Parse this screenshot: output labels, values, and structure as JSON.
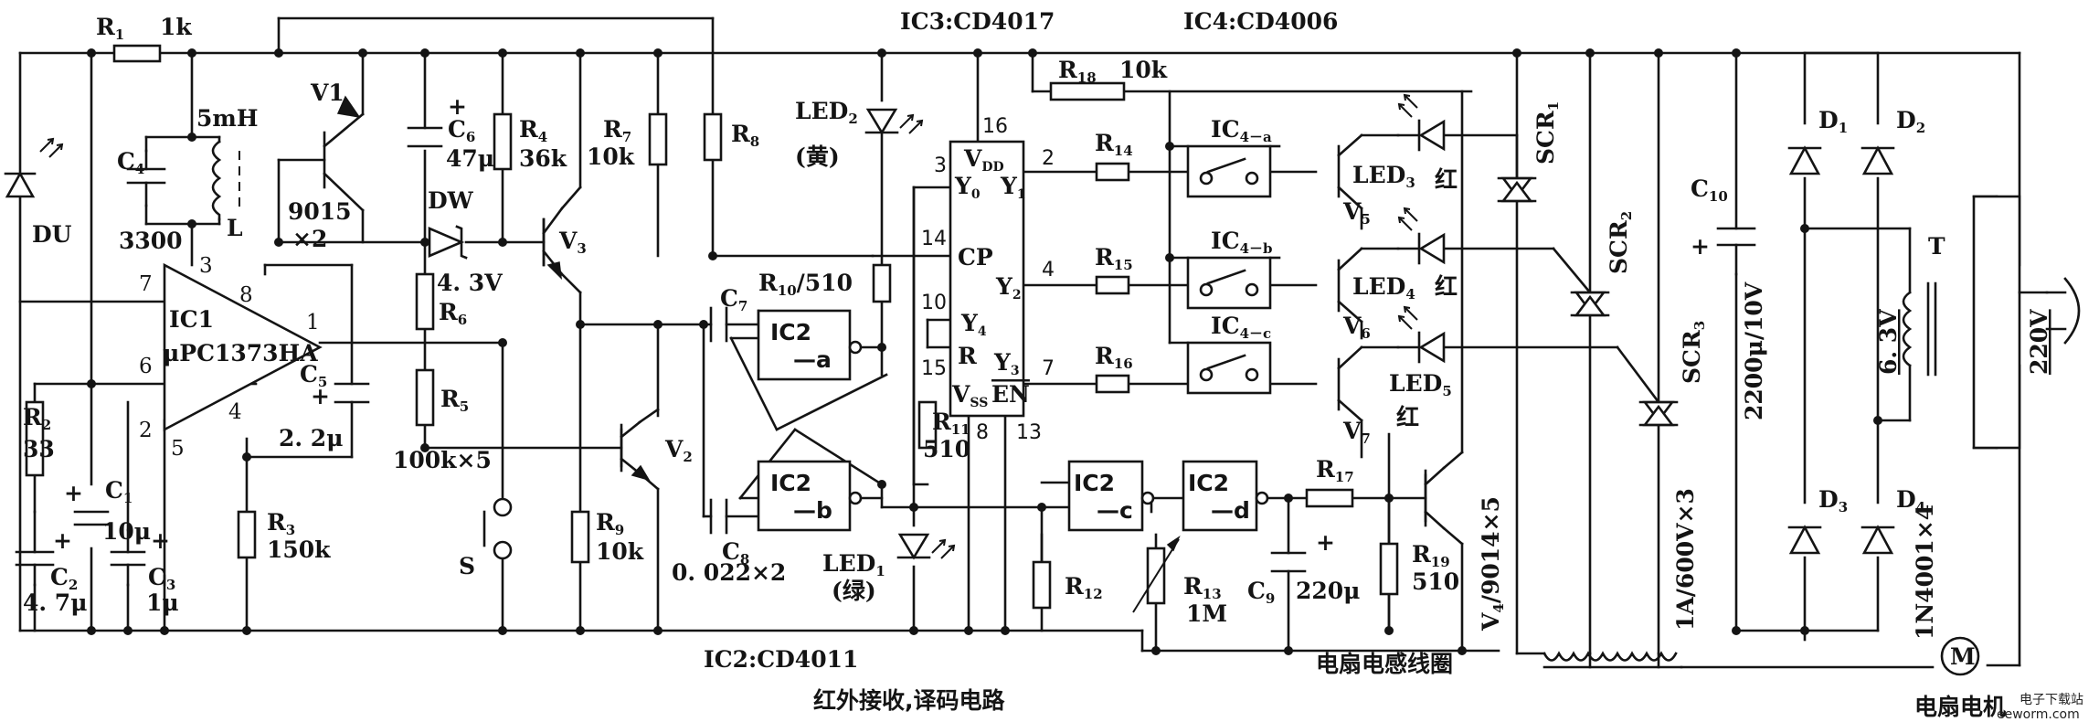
{
  "header": {
    "ic3_title": "IC3:CD4017",
    "ic4_title": "IC4:CD4006",
    "ic2_title": "IC2:CD4011"
  },
  "captions": {
    "receiver": "红外接收,译码电路",
    "sense_coil": "电扇电感线圈",
    "motor": "电扇电机"
  },
  "ic1": {
    "name": "IC1",
    "part": "μPC1373HA",
    "pins": [
      "7",
      "3",
      "8",
      "1",
      "6",
      "2",
      "5",
      "4"
    ]
  },
  "ic3": {
    "pins": [
      "16",
      "3",
      "2",
      "14",
      "4",
      "10",
      "15",
      "7",
      "8",
      "13"
    ],
    "vdd": "V",
    "vdd_sub": "DD",
    "y0": "Y",
    "y0_sub": "0",
    "y1": "Y",
    "y1_sub": "1",
    "cp": "CP",
    "y2": "Y",
    "y2_sub": "2",
    "y4": "Y",
    "y4_sub": "4",
    "r": "R",
    "y3": "Y",
    "y3_sub": "3",
    "vss": "V",
    "vss_sub": "SS",
    "en": "EN"
  },
  "ic2": {
    "a_line1": "IC2",
    "a_line2": "—a",
    "b_line1": "IC2",
    "b_line2": "—b",
    "c_line1": "IC2",
    "c_line2": "—c",
    "d_line1": "IC2",
    "d_line2": "—d"
  },
  "ic4": {
    "a": "IC",
    "a_sub": "4－a",
    "b": "IC",
    "b_sub": "4－b",
    "c": "IC",
    "c_sub": "4－c"
  },
  "components": {
    "r1": "R",
    "r1_sub": "1",
    "r1_val": "1k",
    "du": "DU",
    "c4": "C",
    "c4_sub": "4",
    "c4_val": "3300",
    "l_val": "5mH",
    "l": "L",
    "v1": "V1",
    "v1_val": "9015",
    "v1_cnt": "×2",
    "c6": "C",
    "c6_sub": "6",
    "c6_val": "47μ",
    "r4": "R",
    "r4_sub": "4",
    "r4_val": "36k",
    "dw": "DW",
    "dw_val": "4. 3V",
    "v3": "V",
    "v3_sub": "3",
    "r6": "R",
    "r6_sub": "6",
    "r5": "R",
    "r5_sub": "5",
    "r5_val": "100k×5",
    "c5": "C",
    "c5_sub": "5",
    "c5_val": "2. 2μ",
    "r2": "R",
    "r2_sub": "2",
    "r2_val": "33",
    "c1": "C",
    "c1_sub": "1",
    "c1_val": "10μ",
    "c2": "C",
    "c2_sub": "2",
    "c2_val": "4. 7μ",
    "c3": "C",
    "c3_sub": "3",
    "c3_val": "1μ",
    "r3": "R",
    "r3_sub": "3",
    "r3_val": "150k",
    "s": "S",
    "r7": "R",
    "r7_sub": "7",
    "r7_val": "10k",
    "r8": "R",
    "r8_sub": "8",
    "v2": "V",
    "v2_sub": "2",
    "r9": "R",
    "r9_sub": "9",
    "r9_val": "10k",
    "c7": "C",
    "c7_sub": "7",
    "c8": "C",
    "c8_sub": "8",
    "c8_val": "0. 022×2",
    "r10": "R",
    "r10_sub": "10",
    "r10_val": "/510",
    "led2": "LED",
    "led2_sub": "2",
    "led2_color": "(黄)",
    "led1": "LED",
    "led1_sub": "1",
    "led1_color": "(绿)",
    "r11": "R",
    "r11_sub": "11",
    "r11_val": "510",
    "r12": "R",
    "r12_sub": "12",
    "r13": "R",
    "r13_sub": "13",
    "r13_val": "1M",
    "c9": "C",
    "c9_sub": "9",
    "c9_val": "220μ",
    "r17": "R",
    "r17_sub": "17",
    "r19": "R",
    "r19_sub": "19",
    "r19_val": "510",
    "v4_val": "V",
    "v4_sub": "4",
    "v4_rest": "/9014×5",
    "r18": "R",
    "r18_sub": "18",
    "r18_val": "10k",
    "r14": "R",
    "r14_sub": "14",
    "r15": "R",
    "r15_sub": "15",
    "r16": "R",
    "r16_sub": "16",
    "v5": "V",
    "v5_sub": "5",
    "v6": "V",
    "v6_sub": "6",
    "v7": "V",
    "v7_sub": "7",
    "led3": "LED",
    "led3_sub": "3",
    "led3_color": "红",
    "led4": "LED",
    "led4_sub": "4",
    "led4_color": "红",
    "led5": "LED",
    "led5_sub": "5",
    "led5_color": "红",
    "scr1": "SCR",
    "scr1_sub": "1",
    "scr2": "SCR",
    "scr2_sub": "2",
    "scr3": "SCR",
    "scr3_sub": "3",
    "scr_val": "1A/600V×3",
    "c10": "C",
    "c10_sub": "10",
    "c10_val": "2200μ/10V",
    "d1": "D",
    "d1_sub": "1",
    "d2": "D",
    "d2_sub": "2",
    "d3": "D",
    "d3_sub": "3",
    "d4": "D",
    "d4_sub": "4",
    "d_val": "1N4001×4",
    "t": "T",
    "t_low": "6. 3V",
    "t_high": "220V",
    "motor": "M"
  },
  "plus_sign": "+",
  "watermark": {
    "logo": "电子下载站",
    "site": "eeworm.com"
  }
}
